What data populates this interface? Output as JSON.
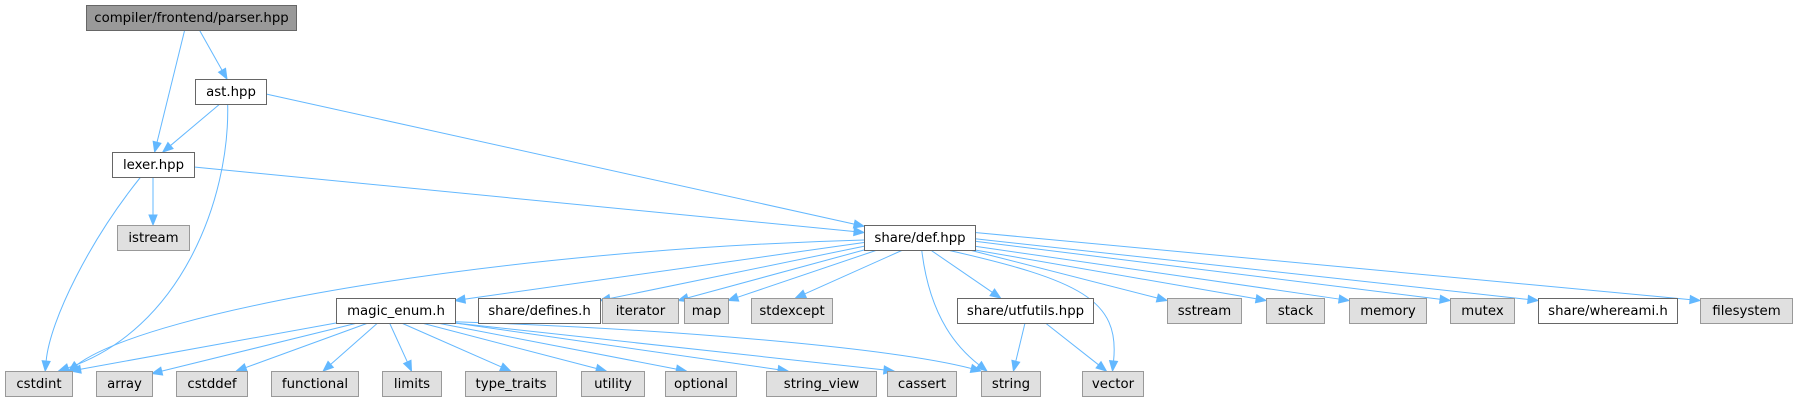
{
  "graph": {
    "title": "compiler/frontend/parser.hpp include dependency graph",
    "colors": {
      "root_fill": "#999999",
      "root_stroke": "#666666",
      "documented_fill": "#ffffff",
      "documented_stroke": "#666666",
      "external_fill": "#e0e0e0",
      "external_stroke": "#999999",
      "edge": "#63b8ff"
    },
    "nodes": [
      {
        "id": "parser",
        "label": "compiler/frontend/parser.hpp",
        "kind": "root"
      },
      {
        "id": "ast",
        "label": "ast.hpp",
        "kind": "documented"
      },
      {
        "id": "lexer",
        "label": "lexer.hpp",
        "kind": "documented"
      },
      {
        "id": "istream",
        "label": "istream",
        "kind": "external"
      },
      {
        "id": "def",
        "label": "share/def.hpp",
        "kind": "documented"
      },
      {
        "id": "magic_enum",
        "label": "magic_enum.h",
        "kind": "documented"
      },
      {
        "id": "defines",
        "label": "share/defines.h",
        "kind": "documented"
      },
      {
        "id": "iterator",
        "label": "iterator",
        "kind": "external"
      },
      {
        "id": "map",
        "label": "map",
        "kind": "external"
      },
      {
        "id": "stdexcept",
        "label": "stdexcept",
        "kind": "external"
      },
      {
        "id": "utfutils",
        "label": "share/utfutils.hpp",
        "kind": "documented"
      },
      {
        "id": "sstream",
        "label": "sstream",
        "kind": "external"
      },
      {
        "id": "stack",
        "label": "stack",
        "kind": "external"
      },
      {
        "id": "memory",
        "label": "memory",
        "kind": "external"
      },
      {
        "id": "mutex",
        "label": "mutex",
        "kind": "external"
      },
      {
        "id": "whereami",
        "label": "share/whereami.h",
        "kind": "documented"
      },
      {
        "id": "filesystem",
        "label": "filesystem",
        "kind": "external"
      },
      {
        "id": "cstdint",
        "label": "cstdint",
        "kind": "external"
      },
      {
        "id": "array",
        "label": "array",
        "kind": "external"
      },
      {
        "id": "cstddef",
        "label": "cstddef",
        "kind": "external"
      },
      {
        "id": "functional",
        "label": "functional",
        "kind": "external"
      },
      {
        "id": "limits",
        "label": "limits",
        "kind": "external"
      },
      {
        "id": "type_traits",
        "label": "type_traits",
        "kind": "external"
      },
      {
        "id": "utility",
        "label": "utility",
        "kind": "external"
      },
      {
        "id": "optional",
        "label": "optional",
        "kind": "external"
      },
      {
        "id": "string_view",
        "label": "string_view",
        "kind": "external"
      },
      {
        "id": "cassert",
        "label": "cassert",
        "kind": "external"
      },
      {
        "id": "string",
        "label": "string",
        "kind": "external"
      },
      {
        "id": "vector",
        "label": "vector",
        "kind": "external"
      }
    ],
    "edges": [
      [
        "parser",
        "ast"
      ],
      [
        "parser",
        "lexer"
      ],
      [
        "ast",
        "lexer"
      ],
      [
        "ast",
        "cstdint"
      ],
      [
        "ast",
        "def"
      ],
      [
        "lexer",
        "istream"
      ],
      [
        "lexer",
        "cstdint"
      ],
      [
        "lexer",
        "def"
      ],
      [
        "def",
        "cstdint"
      ],
      [
        "def",
        "magic_enum"
      ],
      [
        "def",
        "defines"
      ],
      [
        "def",
        "iterator"
      ],
      [
        "def",
        "map"
      ],
      [
        "def",
        "stdexcept"
      ],
      [
        "def",
        "string"
      ],
      [
        "def",
        "utfutils"
      ],
      [
        "def",
        "vector"
      ],
      [
        "def",
        "sstream"
      ],
      [
        "def",
        "stack"
      ],
      [
        "def",
        "memory"
      ],
      [
        "def",
        "mutex"
      ],
      [
        "def",
        "whereami"
      ],
      [
        "def",
        "filesystem"
      ],
      [
        "magic_enum",
        "cstdint"
      ],
      [
        "magic_enum",
        "array"
      ],
      [
        "magic_enum",
        "cstddef"
      ],
      [
        "magic_enum",
        "functional"
      ],
      [
        "magic_enum",
        "limits"
      ],
      [
        "magic_enum",
        "type_traits"
      ],
      [
        "magic_enum",
        "utility"
      ],
      [
        "magic_enum",
        "optional"
      ],
      [
        "magic_enum",
        "string_view"
      ],
      [
        "magic_enum",
        "cassert"
      ],
      [
        "magic_enum",
        "string"
      ],
      [
        "utfutils",
        "string"
      ],
      [
        "utfutils",
        "vector"
      ]
    ]
  }
}
